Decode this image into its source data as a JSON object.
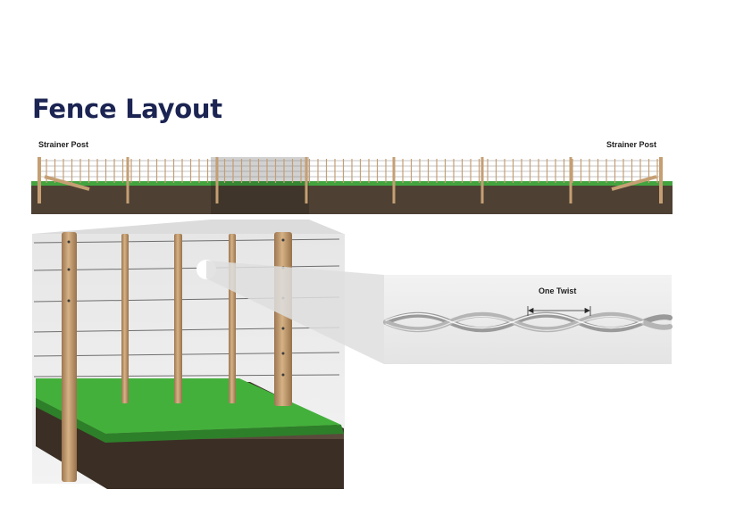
{
  "title": "Fence Layout",
  "labels": {
    "strainer_left": "Strainer Post",
    "strainer_right": "Strainer Post",
    "twist": "One Twist"
  },
  "colors": {
    "title": "#1b2452",
    "grass": "#3fae3f",
    "soil": "#4b3d30",
    "post": "#c59f73",
    "wire": "#777777"
  },
  "icons": {
    "twist_arrow": "double-arrow-icon"
  }
}
